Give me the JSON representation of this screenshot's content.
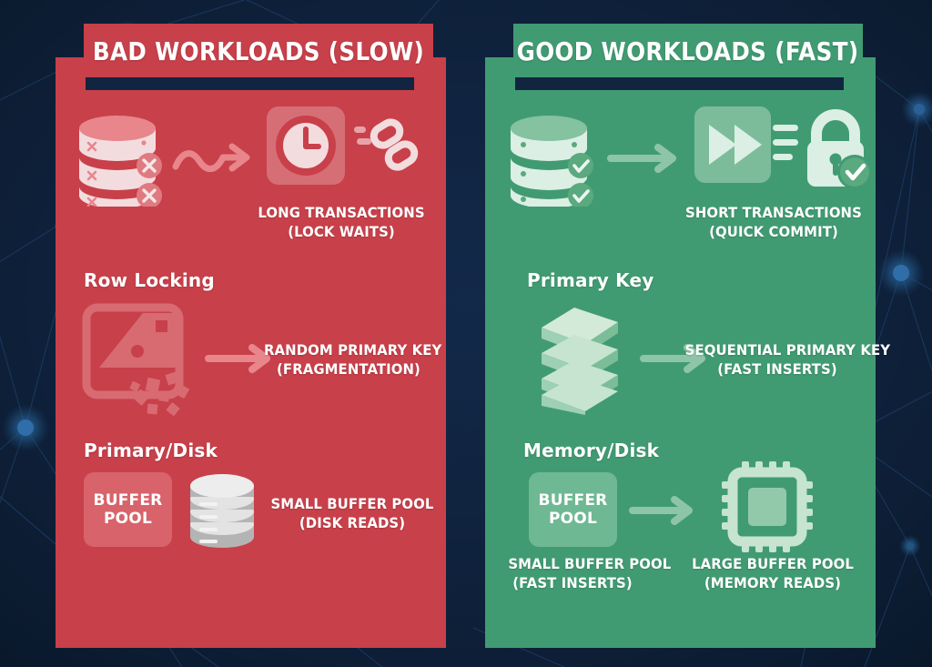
{
  "colors": {
    "background": "#0d1f38",
    "bad_panel": "#c8404a",
    "good_panel": "#419b72",
    "rule": "#122540",
    "text": "#ffffff",
    "bad_icon": "#f0d8da",
    "good_icon": "#d6ecdf",
    "disk_gray": "#d8d8d8"
  },
  "panels": {
    "bad": {
      "title": "BAD WORKLOADS (SLOW)",
      "rows": [
        {
          "section_label": "",
          "source_icon": "database-stack-error-icon",
          "arrow_icon": "squiggly-arrow-icon",
          "result_icons": [
            "clock-icon",
            "broken-chain-icon"
          ],
          "caption_line1": "LONG TRANSACTIONS",
          "caption_line2": "(LOCK WAITS)"
        },
        {
          "section_label": "Row Locking",
          "source_icon": "fragmentation-icon",
          "arrow_icon": "arrow-right-icon",
          "result_icons": [],
          "caption_line1": "RANDOM PRIMARY KEY",
          "caption_line2": "(FRAGMENTATION)"
        },
        {
          "section_label": "Primary/Disk",
          "source_icon": "buffer-pool-tile",
          "arrow_icon": "",
          "result_icons": [
            "disk-stack-icon"
          ],
          "buffer_pool_line1": "BUFFER",
          "buffer_pool_line2": "POOL",
          "caption_line1": "SMALL BUFFER POOL",
          "caption_line2": "(DISK READS)"
        }
      ]
    },
    "good": {
      "title": "GOOD WORKLOADS (FAST)",
      "rows": [
        {
          "section_label": "",
          "source_icon": "database-stack-check-icon",
          "arrow_icon": "arrow-right-icon",
          "result_icons": [
            "fast-forward-icon",
            "lock-check-icon"
          ],
          "caption_line1": "SHORT TRANSACTIONS",
          "caption_line2": "(QUICK COMMIT)"
        },
        {
          "section_label": "Primary Key",
          "source_icon": "layer-stack-icon",
          "arrow_icon": "arrow-right-icon",
          "result_icons": [],
          "caption_line1": "SEQUENTIAL PRIMARY KEY",
          "caption_line2": "(FAST INSERTS)"
        },
        {
          "section_label": "Memory/Disk",
          "source_icon": "buffer-pool-tile",
          "arrow_icon": "arrow-right-icon",
          "result_icons": [
            "cpu-chip-icon"
          ],
          "buffer_pool_line1": "BUFFER",
          "buffer_pool_line2": "POOL",
          "caption_line1": "SMALL BUFFER POOL",
          "caption_line2": "(FAST INSERTS)",
          "caption2_line1": "LARGE BUFFER POOL",
          "caption2_line2": "(MEMORY READS)"
        }
      ]
    }
  }
}
